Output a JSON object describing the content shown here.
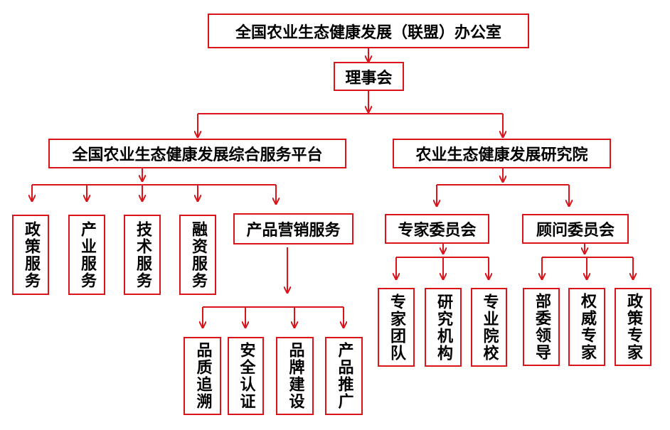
{
  "office": "全国农业生态健康发展（联盟）办公室",
  "council": "理事会",
  "platform": {
    "title": "全国农业生态健康发展综合服务平台",
    "services": [
      "政策服务",
      "产业服务",
      "技术服务",
      "融资服务"
    ],
    "marketing": {
      "title": "产品营销服务",
      "items": [
        "品质追溯",
        "安全认证",
        "品牌建设",
        "产品推广"
      ]
    }
  },
  "institute": {
    "title": "农业生态健康发展研究院",
    "expert_committee": {
      "title": "专家委员会",
      "items": [
        "专家团队",
        "研究机构",
        "专业院校"
      ]
    },
    "advisory_committee": {
      "title": "顾问委员会",
      "items": [
        "部委领导",
        "权威专家",
        "政策专家"
      ]
    }
  },
  "colors": {
    "line": "#d9141b",
    "border": "#d9141b",
    "text": "#000000"
  }
}
